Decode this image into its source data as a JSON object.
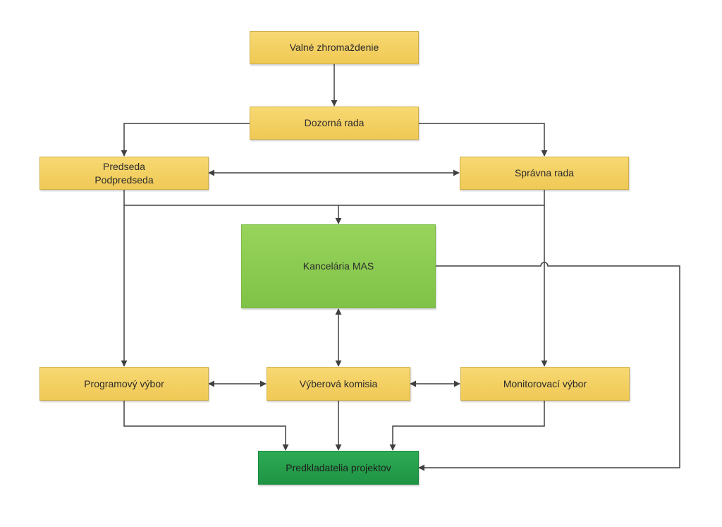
{
  "diagram": {
    "nodes": {
      "valne": "Valné zhromaždenie",
      "dozorna": "Dozorná rada",
      "predseda": [
        "Predseda",
        "Podpredseda"
      ],
      "spravna": "Správna rada",
      "kancelaria": "Kancelária MAS",
      "programovy": "Programový výbor",
      "vyberova": "Výberová komisia",
      "monitorovaci": "Monitorovací výbor",
      "predkladatelia": "Predkladatelia projektov"
    },
    "colors": {
      "box_yellow": "#f3cf5f",
      "box_light_green": "#8ccb51",
      "box_dark_green": "#23a04b",
      "connector": "#404040"
    }
  }
}
